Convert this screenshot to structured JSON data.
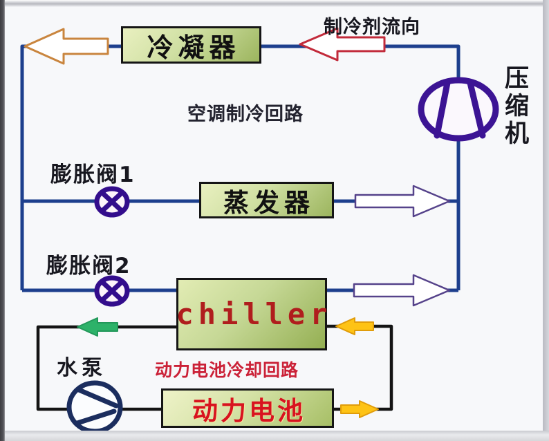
{
  "diagram": {
    "type": "schematic",
    "subject": "vehicle AC refrigeration loop and power-battery cooling loop"
  },
  "labels": {
    "refrigerant_flow": "制冷剂流向",
    "ac_loop": "空调制冷回路",
    "compressor": "压缩机",
    "expansion_valve_1": "膨胀阀1",
    "expansion_valve_2": "膨胀阀2",
    "water_pump": "水泵",
    "battery_loop": "动力电池冷却回路"
  },
  "components": {
    "condenser": "冷凝器",
    "evaporator": "蒸发器",
    "chiller": "chiller",
    "battery": "动力电池"
  },
  "icons": {
    "compressor": "circle with converging vanes",
    "expansion_valve": "circle with X",
    "pump": "circle with impeller chords",
    "flow_arrows": [
      "white-left-orange-outline",
      "white-left-red-outline",
      "white-right-purple-outline",
      "green-left-solid",
      "yellow-left-solid",
      "yellow-right-solid"
    ]
  },
  "colors": {
    "refrigerant_line": "#1d3f8d",
    "coolant_line": "#141414",
    "compressor_valve_purple": "#3c1494",
    "pump_navy": "#1b2d5e",
    "box_green_light": "#e9f0c0",
    "box_green_dark": "#9cb55e",
    "box_border": "#151515",
    "chiller_text": "#b01d1d",
    "battery_text": "#d8131f",
    "battery_loop_text": "#cb2137",
    "arrow_orange_outline": "#c9853e",
    "arrow_red_outline": "#c22a3a",
    "arrow_white_outline": "#55428a",
    "arrow_green": "#2db269",
    "arrow_yellow": "#fec315",
    "background": "#f7f8fa"
  }
}
